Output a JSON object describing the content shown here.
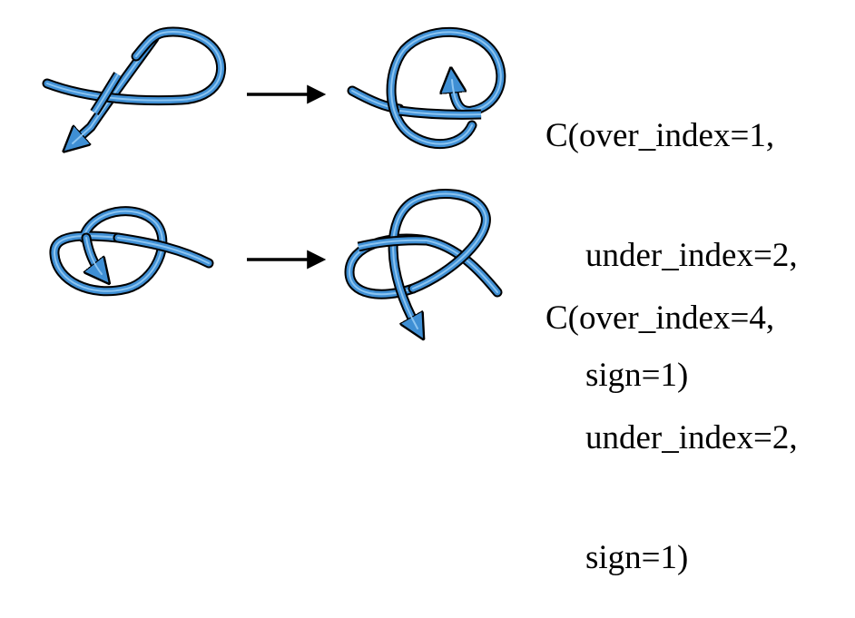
{
  "rows": [
    {
      "label_lines": [
        "C(over_index=1,",
        "under_index=2,",
        "sign=1)"
      ]
    },
    {
      "label_lines": [
        "C(over_index=4,",
        "under_index=2,",
        "sign=1)"
      ]
    }
  ],
  "colors": {
    "strand_fill": "#3f8fd4",
    "strand_highlight": "#8cc4f0",
    "strand_outline": "#000000",
    "arrow": "#000000",
    "background": "#ffffff"
  },
  "icons": [
    "knot-strand",
    "right-arrow-icon"
  ]
}
